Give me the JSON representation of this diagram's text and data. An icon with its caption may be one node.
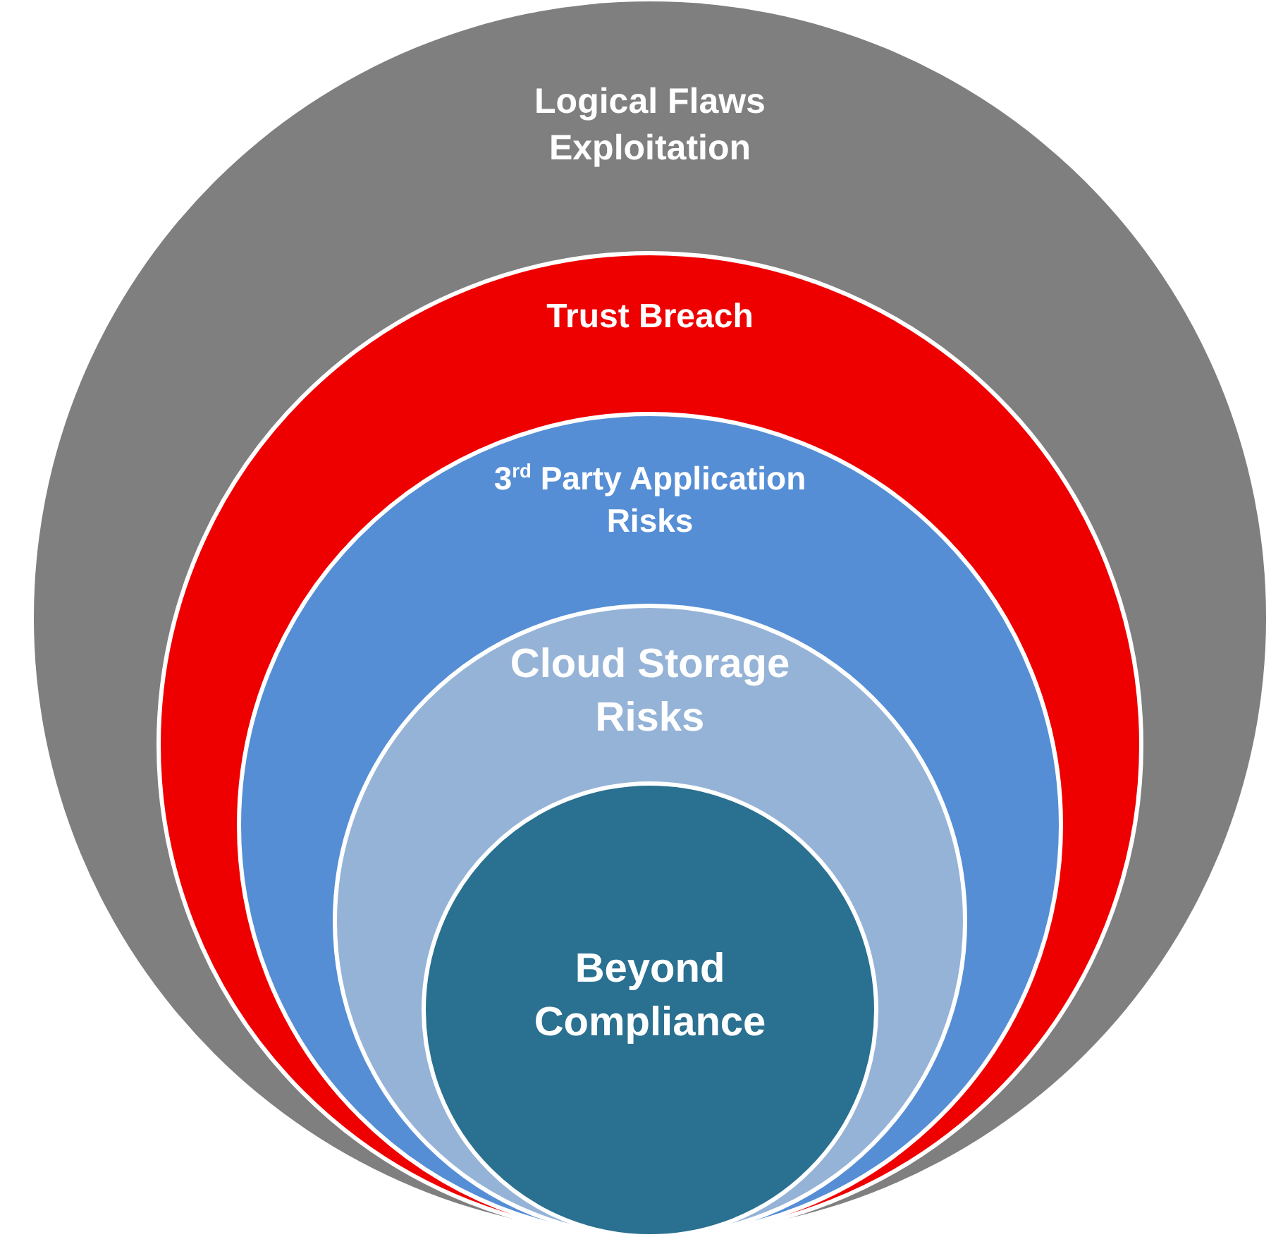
{
  "diagram": {
    "nodes": [
      {
        "text": [
          "Logical Flaws Exploitation"
        ]
      },
      {
        "text": [
          "Trust Breach"
        ],
        "in": 0
      },
      {
        "text": [
          "3$^{rd}$ Party Application Risks"
        ],
        "in": 1
      },
      {
        "text": [
          "Cloud Storage Risks"
        ],
        "in": 2
      },
      {
        "text": [
          "Beyond Compliance"
        ],
        "in": 3
      }
    ]
  }
}
